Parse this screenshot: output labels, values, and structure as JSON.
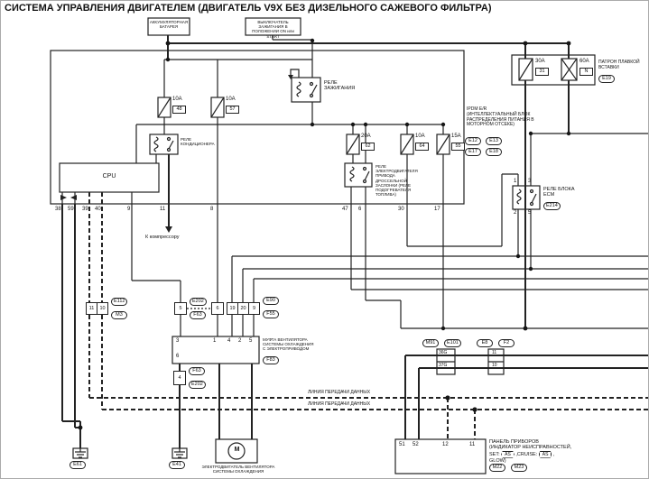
{
  "title": "СИСТЕМА УПРАВЛЕНИЯ ДВИГАТЕЛЕМ (ДВИГАТЕЛЬ V9X БЕЗ ДИЗЕЛЬНОГО САЖЕВОГО ФИЛЬТРА)",
  "top": {
    "battery": "АККУМУЛЯТОРНАЯ БАТАРЕЯ",
    "ignition": "ВЫКЛЮЧАТЕЛЬ ЗАЖИГАНИЯ В ПОЛОЖЕНИИ ON или START",
    "fusible": {
      "label": "ПАТРОН ПЛАВКОЙ ВСТАВКИ",
      "conn": "E19",
      "fuse_amp": "30A",
      "fuse_num": "31",
      "link_amp": "60A",
      "link_num": "N"
    }
  },
  "ipdm": {
    "name_label": "IPDM E/R (ИНТЕЛЛЕКТУАЛЬНЫЙ БЛОК РАСПРЕДЕЛЕНИЯ ПИТАНИЯ В МОТОРНОМ ОТСЕКЕ)",
    "conns": [
      "E12",
      "E13",
      "E17",
      "E18"
    ],
    "cpu": "CPU",
    "fuse48_amp": "10A",
    "fuse48_num": "48",
    "fuse57_amp": "10A",
    "fuse57_num": "57",
    "fuse62_amp": "20A",
    "fuse62_num": "62",
    "fuse64_amp": "10A",
    "fuse64_num": "64",
    "fuse55_amp": "15A",
    "fuse55_num": "55",
    "relay_ignition": "РЕЛЕ ЗАЖИГАНИЯ",
    "relay_ac": "РЕЛЕ КОНДИЦИОНЕРА",
    "relay_throttle": "РЕЛЕ ЭЛЕКТРОДВИГАТЕЛЯ ПРИВОДА ДРОССЕЛЬНОЙ ЗАСЛОНКИ (РЕЛЕ ПОДОГРЕВАТЕЛЯ ТОПЛИВА)",
    "pins": {
      "p38": "38",
      "p59": "59",
      "p39": "39",
      "p40": "40",
      "p9": "9",
      "p11": "11",
      "p8": "8",
      "p47": "47",
      "p6": "6",
      "p30": "30",
      "p17": "17"
    }
  },
  "compressor": "К компрессору",
  "ecm_relay": {
    "label": "РЕЛЕ БЛОКА ECM",
    "conn": "E214",
    "p1": "1",
    "p3": "3",
    "p2": "2",
    "p5": "5"
  },
  "mid": {
    "c_e112": {
      "cells": [
        "11",
        "10"
      ],
      "top": "E112",
      "bottom": "M3"
    },
    "c5": {
      "pin": "5",
      "top": "E202",
      "bottom": "F63"
    },
    "c6": {
      "pin": "6"
    },
    "c_e90": {
      "cells": [
        "19",
        "20",
        "9"
      ],
      "top": "E90",
      "bottom": "F55"
    },
    "fan_clutch": {
      "label": "МУФТА ВЕНТИЛЯТОРА СИСТЕМЫ ОХЛАЖДЕНИЯ С ЭЛЕКТРОПРИВОДОМ",
      "conn": "F83",
      "pins": [
        "3",
        "1",
        "4",
        "2",
        "5"
      ],
      "pin6": "6"
    },
    "c4": {
      "pin": "4",
      "top": "F63",
      "bottom": "E202"
    }
  },
  "bottom": {
    "gnd_left": "E61",
    "gnd_mid": "E41",
    "motor_label": "ЭЛЕКТРОДВИГАТЕЛЬ ВЕНТИЛЯТОРА СИСТЕМЫ ОХЛАЖДЕНИЯ",
    "motor_m": "M",
    "data_line1": "ЛИНИЯ ПЕРЕДАЧИ ДАННЫХ",
    "data_line2": "ЛИНИЯ ПЕРЕДАЧИ ДАННЫХ"
  },
  "right": {
    "k1": {
      "cells": [
        "36G",
        "37G"
      ],
      "conn_l": "M91",
      "conn_r": "E101"
    },
    "k2": {
      "cells": [
        "11",
        "10"
      ],
      "conn_l": "E8",
      "conn_r": "F2"
    },
    "panel": {
      "pins": [
        "51",
        "52",
        "12",
        "11"
      ],
      "l1": "ПАНЕЛЬ ПРИБОРОВ",
      "l2": "(ИНДИКАТОР НЕИСПРАВНОСТЕЙ,",
      "set": "SET:",
      "as1": "AS",
      "cruise": " ,CRUISE:",
      "as2": "AS",
      "comma": " ,",
      "glow": "GLOW)",
      "conns": [
        "M22",
        "M23"
      ]
    }
  }
}
